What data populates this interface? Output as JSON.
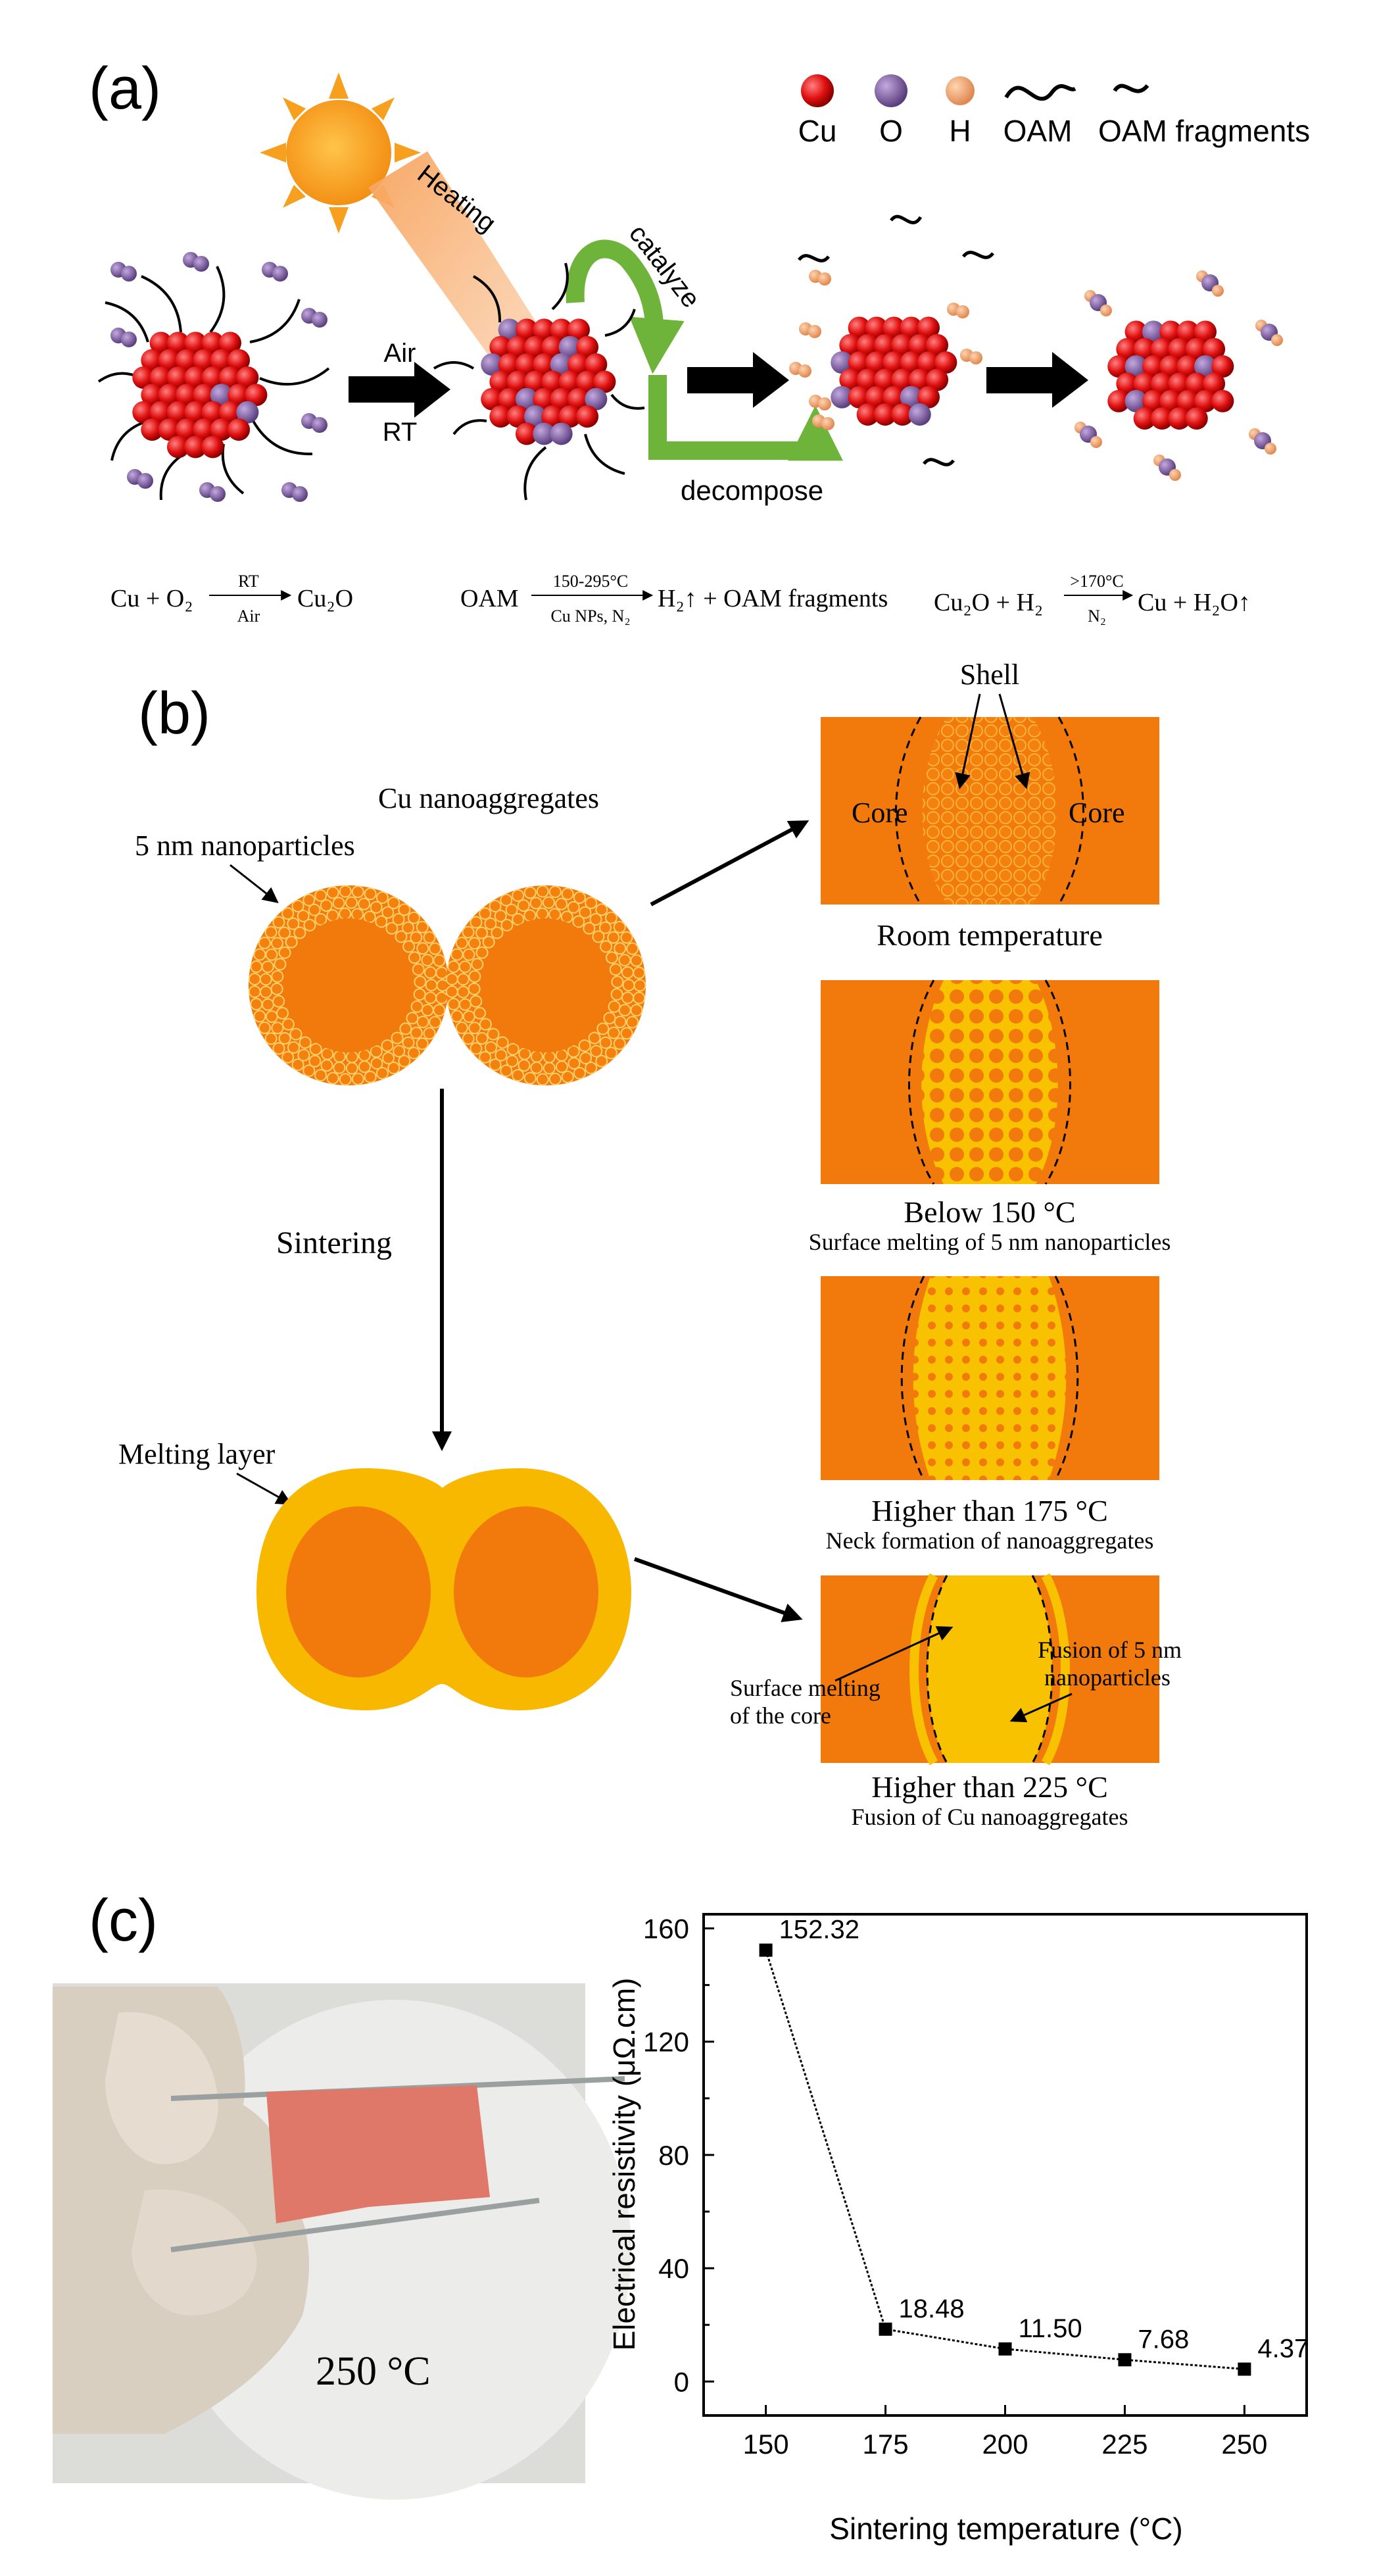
{
  "panel_a": {
    "label": "(a)",
    "legend": {
      "cu": "Cu",
      "o": "O",
      "h": "H",
      "oam": "OAM",
      "oam_fragments": "OAM fragments"
    },
    "air": "Air",
    "rt": "RT",
    "heating": "Heating",
    "catalyze": "catalyze",
    "decompose": "decompose",
    "eq1": {
      "lhs": "Cu + O₂",
      "over": "RT",
      "under": "Air",
      "rhs": "Cu₂O"
    },
    "eq2": {
      "lhs": "OAM",
      "over": "150-295°C",
      "under": "Cu NPs, N₂",
      "rhs": "H₂↑ + OAM fragments"
    },
    "eq3": {
      "lhs": "Cu₂O + H₂",
      "over": ">170°C",
      "under": "N₂",
      "rhs": "Cu + H₂O↑"
    }
  },
  "panel_b": {
    "label": "(b)",
    "cu_nanoaggregates": "Cu nanoaggregates",
    "nm_nanoparticles": "5 nm nanoparticles",
    "sintering": "Sintering",
    "melting_layer": "Melting layer",
    "shell": "Shell",
    "core": "Core",
    "stage1_title": "Room temperature",
    "stage2_title": "Below 150 °C",
    "stage2_sub": "Surface melting of 5 nm nanoparticles",
    "stage3_title": "Higher than 175 °C",
    "stage3_sub": "Neck formation of nanoaggregates",
    "stage4_title": "Higher than 225 °C",
    "stage4_sub": "Fusion of Cu nanoaggregates",
    "surface_melting_line1": "Surface melting",
    "surface_melting_line2": "of the core",
    "fusion_line1": "Fusion of 5 nm",
    "fusion_line2": "nanoparticles"
  },
  "panel_c": {
    "label": "(c)",
    "photo_caption": "250 °C"
  },
  "chart_data": {
    "type": "line",
    "xlabel": "Sintering temperature (°C)",
    "ylabel": "Electrical resistivity (μΩ.cm)",
    "x": [
      150,
      175,
      200,
      225,
      250
    ],
    "values": [
      152.32,
      18.48,
      11.5,
      7.68,
      4.37
    ],
    "data_labels": [
      "152.32",
      "18.48",
      "11.50",
      "7.68",
      "4.37"
    ],
    "xlim": [
      137,
      263
    ],
    "ylim": [
      -12,
      165
    ],
    "xticks": [
      150,
      175,
      200,
      225,
      250
    ],
    "yticks": [
      0,
      40,
      80,
      120,
      160
    ],
    "grid": false
  },
  "colors": {
    "cu": "#e01010",
    "o": "#7a5a9e",
    "h": "#f0a070",
    "orange_core": "#f27a0d",
    "melt": "#f7b800",
    "arrow_green": "#6fb43a",
    "film": "#e0786a"
  }
}
